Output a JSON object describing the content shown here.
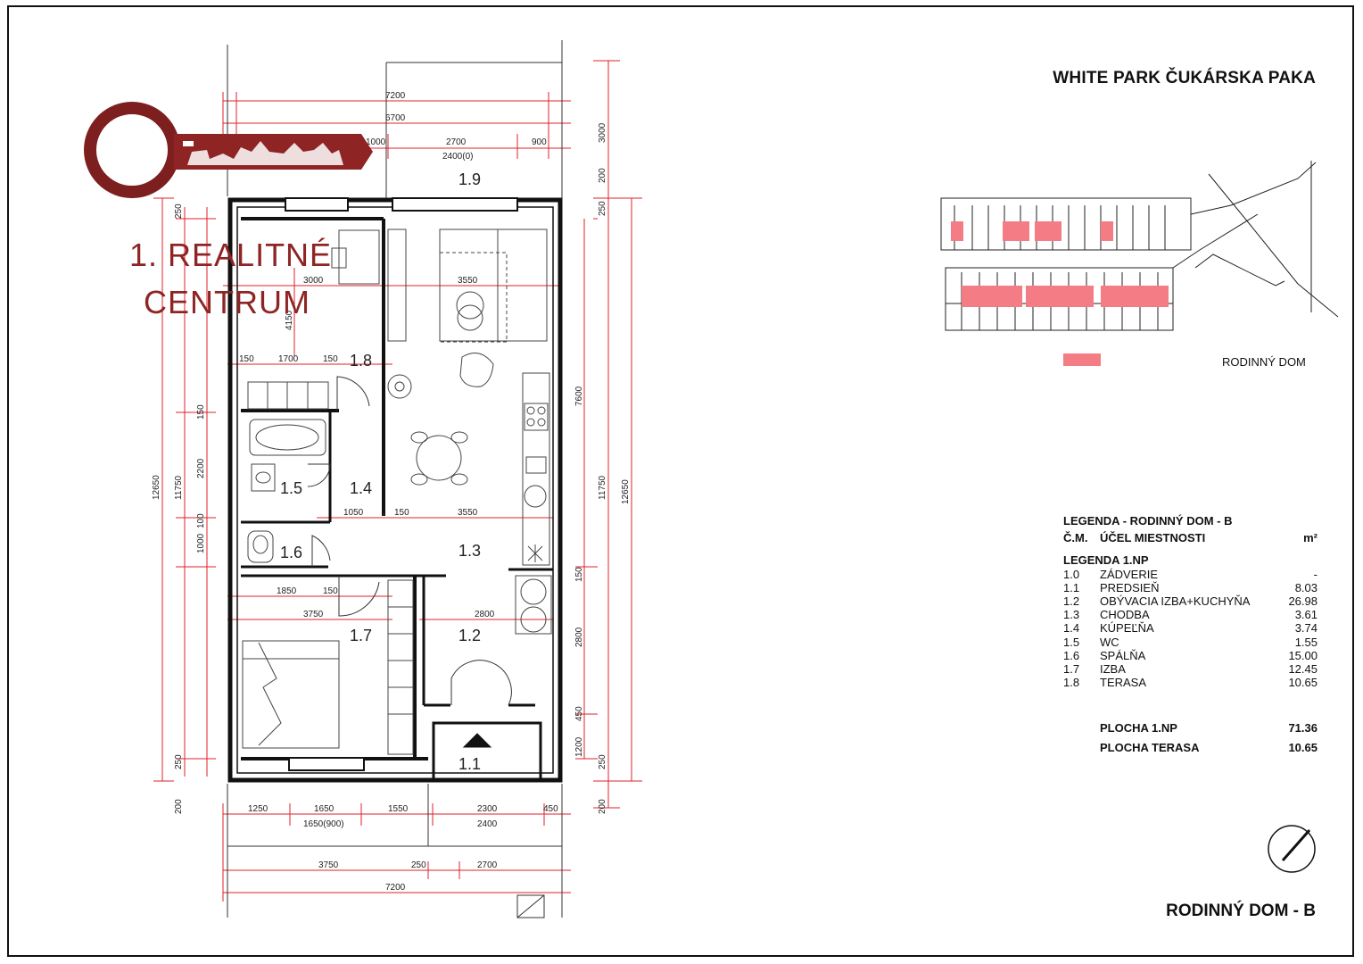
{
  "project_title": "WHITE PARK ČUKÁRSKA PAKA",
  "drawing_title": "RODINNÝ DOM - B",
  "brand": {
    "line1": "1. REALITNÉ",
    "line2": "CENTRUM"
  },
  "siteplan": {
    "label": "RODINNÝ DOM",
    "highlight_color": "#f47c84"
  },
  "legend": {
    "title": "LEGENDA - RODINNÝ DOM - B",
    "col_num": "Č.M.",
    "col_purpose": "ÚČEL MIESTNOSTI",
    "col_area": "m²",
    "section": "LEGENDA 1.NP",
    "rows": [
      {
        "num": "1.0",
        "name": "ZÁDVERIE",
        "area": "-"
      },
      {
        "num": "1.1",
        "name": "PREDSIEŇ",
        "area": "8.03"
      },
      {
        "num": "1.2",
        "name": "OBÝVACIA IZBA+KUCHYŇA",
        "area": "26.98"
      },
      {
        "num": "1.3",
        "name": "CHODBA",
        "area": "3.61"
      },
      {
        "num": "1.4",
        "name": "KÚPEĽŇA",
        "area": "3.74"
      },
      {
        "num": "1.5",
        "name": "WC",
        "area": "1.55"
      },
      {
        "num": "1.6",
        "name": "SPÁLŇA",
        "area": "15.00"
      },
      {
        "num": "1.7",
        "name": "IZBA",
        "area": "12.45"
      },
      {
        "num": "1.8",
        "name": "TERASA",
        "area": "10.65"
      }
    ],
    "totals": [
      {
        "name": "PLOCHA 1.NP",
        "area": "71.36"
      },
      {
        "name": "PLOCHA TERASA",
        "area": "10.65"
      }
    ]
  },
  "rooms": [
    "1.9",
    "1.8",
    "1.5",
    "1.4",
    "1.6",
    "1.3",
    "1.7",
    "1.2",
    "1.1"
  ],
  "dims_top": [
    "7200",
    "6700",
    "2700",
    "900",
    "2400(0)",
    "1000",
    "3000",
    "3550",
    "1700",
    "150",
    "150",
    "1050",
    "150",
    "3550",
    "1850",
    "150",
    "3750",
    "2800"
  ],
  "dims_bottom": [
    "1250",
    "1650",
    "1550",
    "2300",
    "450",
    "1650(900)",
    "2400",
    "3750",
    "250",
    "2700",
    "7200"
  ],
  "dims_vertical": [
    "3000",
    "200",
    "250",
    "7600",
    "11750",
    "12650",
    "4150",
    "150",
    "2200",
    "100",
    "1000",
    "150",
    "2800",
    "450",
    "1200",
    "250",
    "200",
    "150"
  ],
  "colors": {
    "dimension": "#e0202a",
    "wall": "#111111",
    "brand": "#8f2424"
  }
}
